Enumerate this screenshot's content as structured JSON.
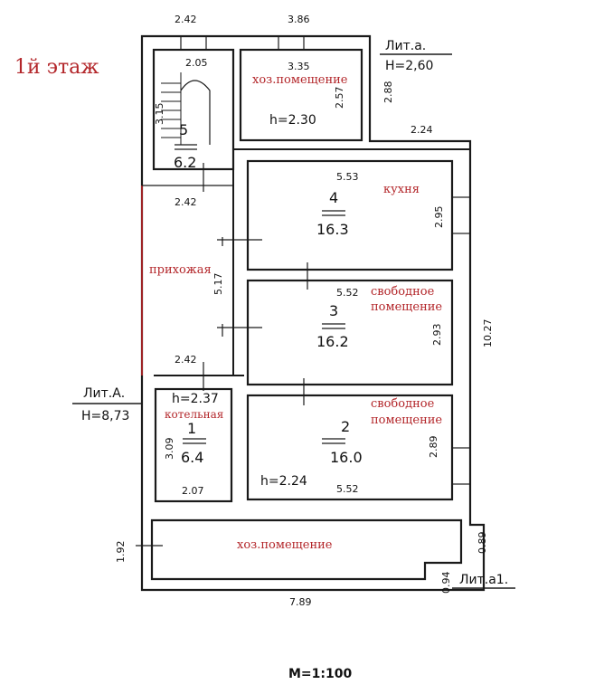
{
  "floor_title": "1й этаж",
  "scale": "М=1:100",
  "lit_a_small": {
    "name": "Лит.а.",
    "height": "Н=2,60"
  },
  "lit_a_big": {
    "name": "Лит.А.",
    "height": "Н=8,73"
  },
  "lit_a1": {
    "name": "Лит.а1."
  },
  "rooms": {
    "r5": {
      "num": "5",
      "area": "6.2"
    },
    "r4": {
      "num": "4",
      "area": "16.3",
      "label": "кухня"
    },
    "r3": {
      "num": "3",
      "area": "16.2",
      "label_line1": "свободное",
      "label_line2": "помещение"
    },
    "r2": {
      "num": "2",
      "area": "16.0",
      "label_line1": "свободное",
      "label_line2": "помещение",
      "height": "h=2.24"
    },
    "r1": {
      "num": "1",
      "area": "6.4",
      "label": "котельная",
      "height": "h=2.37"
    },
    "storage_top": {
      "label": "хоз.помещение",
      "height": "h=2.30"
    },
    "hallway": {
      "label": "прихожая"
    },
    "storage_bottom": {
      "label": "хоз.помещение"
    }
  },
  "dims": {
    "top_left_width": "2.42",
    "top_storage_width": "3.86",
    "stair_width": "2.05",
    "storage_inner_width": "3.35",
    "storage_depth": "2.57",
    "lit_a_depth": "2.88",
    "stair_depth": "3.15",
    "hall_width_top": "2.42",
    "ext_width": "2.24",
    "r4_width": "5.53",
    "r4_depth": "2.95",
    "hall_depth": "5.17",
    "r3_width": "5.52",
    "r3_depth": "2.93",
    "total_depth": "10.27",
    "r1_width_top": "2.42",
    "r1_depth": "3.09",
    "r1_width_bottom": "2.07",
    "r2_depth": "2.89",
    "r2_width": "5.52",
    "bottom_depth": "1.92",
    "bottom_right_depth": "0.89",
    "bottom_notch": "0.94",
    "total_width": "7.89"
  }
}
